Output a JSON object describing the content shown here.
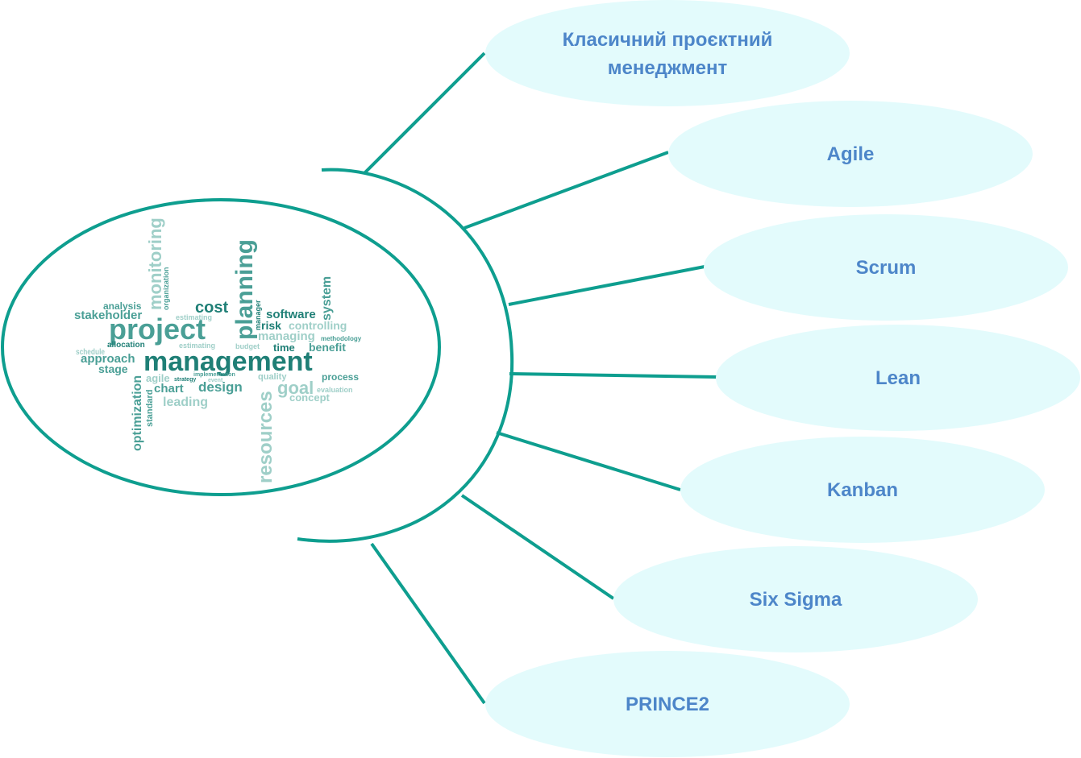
{
  "colors": {
    "connector": "#0e9e8f",
    "node_fill": "#e3fbfc",
    "node_text": "#4d86c9",
    "wc_dark": "#1f7f76",
    "wc_mid": "#4a9f96",
    "wc_light": "#9fcfc8"
  },
  "center_image": {
    "icon": "word-cloud",
    "words": [
      "project",
      "management",
      "planning",
      "monitoring",
      "resources",
      "optimization",
      "cost",
      "software",
      "system",
      "risk",
      "controlling",
      "managing",
      "methodology",
      "benefit",
      "time",
      "budget",
      "estimating",
      "stakeholder",
      "analysis",
      "organization",
      "allocation",
      "approach",
      "stage",
      "schedule",
      "agile",
      "strategy",
      "implementation",
      "event",
      "quality",
      "process",
      "chart",
      "design",
      "goal",
      "evaluation",
      "leading",
      "concept",
      "standard",
      "manager"
    ]
  },
  "nodes": [
    {
      "label_line1": "Класичний проєктний",
      "label_line2": "менеджмент"
    },
    {
      "label": "Agile"
    },
    {
      "label": "Scrum"
    },
    {
      "label": "Lean"
    },
    {
      "label": "Kanban"
    },
    {
      "label": "Six Sigma"
    },
    {
      "label": "PRINCE2"
    }
  ]
}
